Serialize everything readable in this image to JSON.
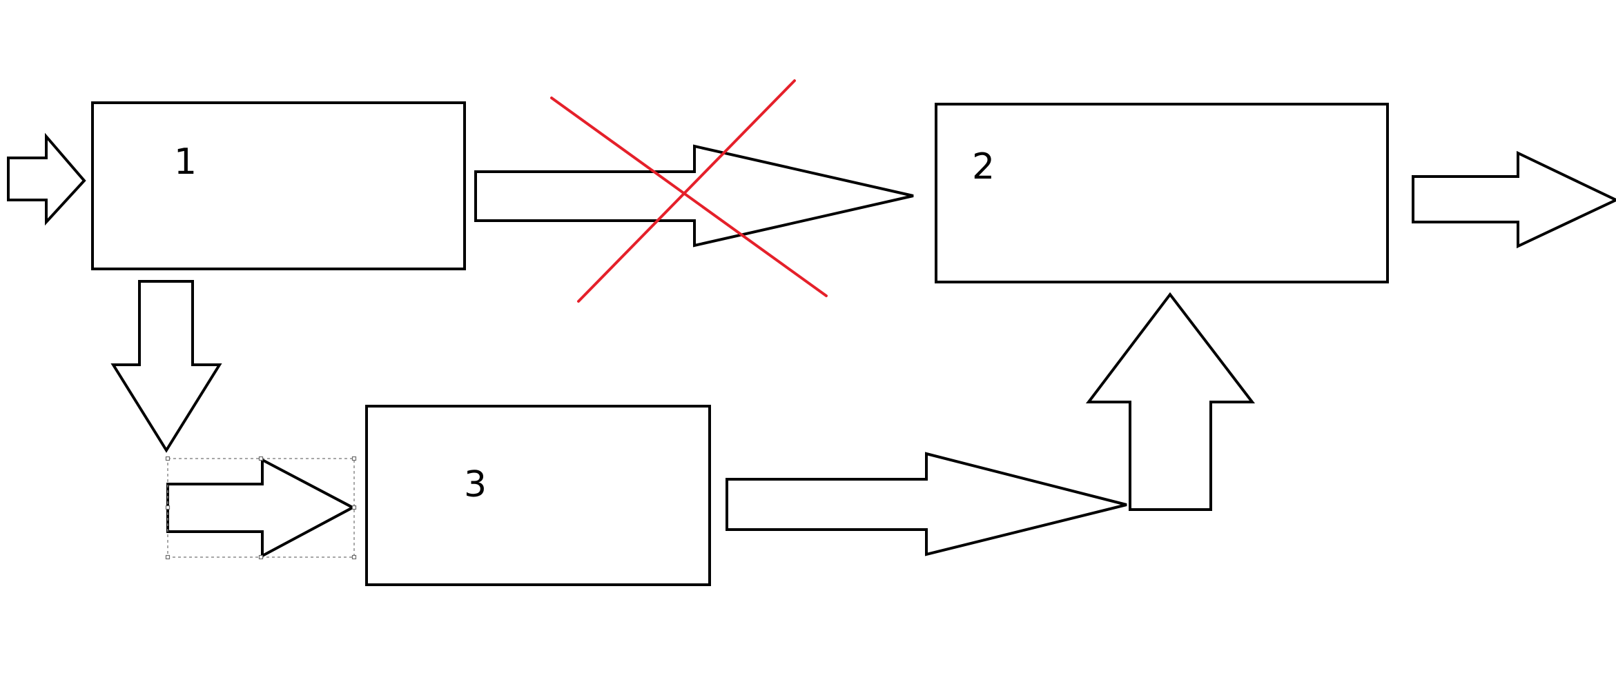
{
  "diagram": {
    "boxes": [
      {
        "id": "box-1",
        "label": "1"
      },
      {
        "id": "box-2",
        "label": "2"
      },
      {
        "id": "box-3",
        "label": "3"
      }
    ],
    "colors": {
      "stroke": "#000000",
      "strike": "#e5202a",
      "background": "#ffffff",
      "selection": "#8a8a8a"
    }
  }
}
